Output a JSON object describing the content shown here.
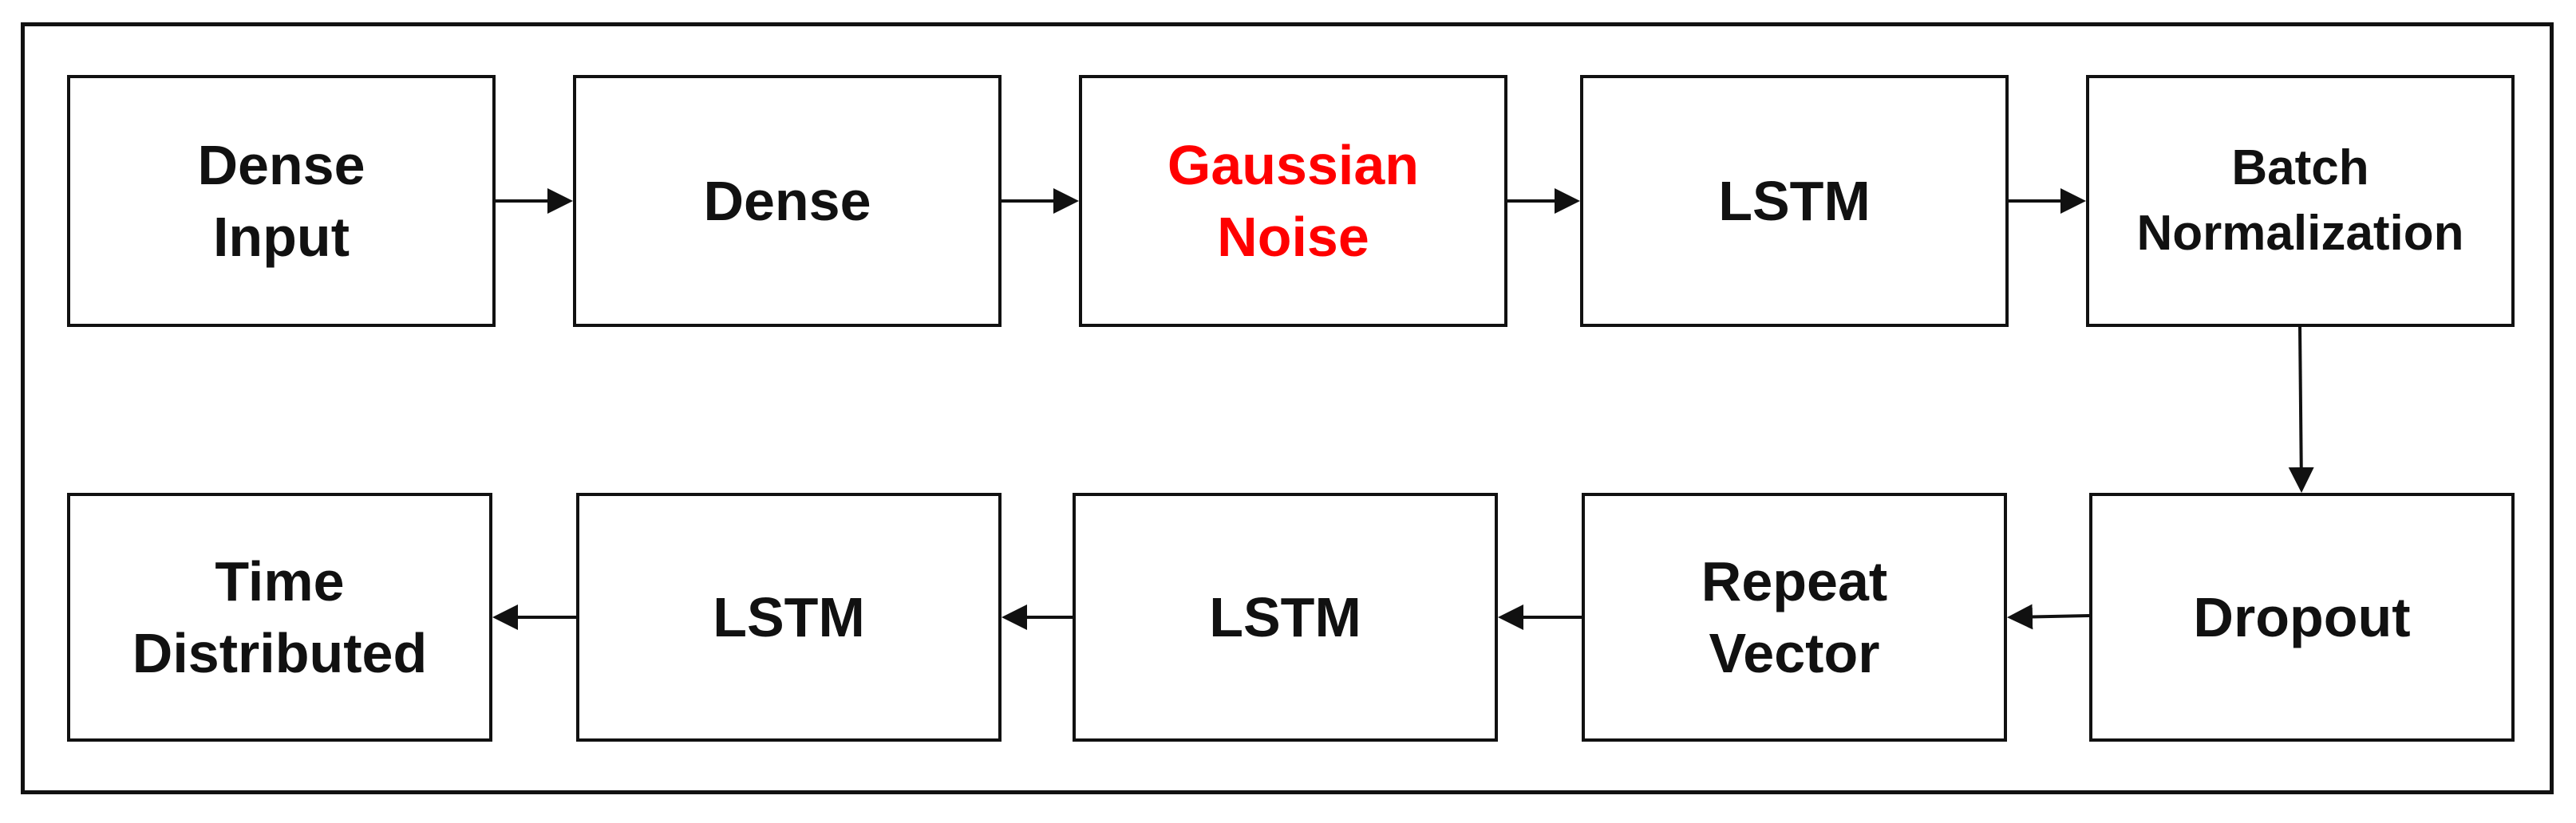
{
  "diagram": {
    "highlight_color": "#ff0000",
    "line_color": "#111111",
    "row1": [
      {
        "id": "dense-input",
        "label": "Dense\nInput"
      },
      {
        "id": "dense",
        "label": "Dense"
      },
      {
        "id": "gaussian-noise",
        "label": "Gaussian\nNoise",
        "highlight": true
      },
      {
        "id": "lstm-1",
        "label": "LSTM"
      },
      {
        "id": "batch-normalization",
        "label": "Batch\nNormalization"
      }
    ],
    "row2": [
      {
        "id": "time-distributed",
        "label": "Time\nDistributed"
      },
      {
        "id": "lstm-3",
        "label": "LSTM"
      },
      {
        "id": "lstm-2",
        "label": "LSTM"
      },
      {
        "id": "repeat-vector",
        "label": "Repeat\nVector"
      },
      {
        "id": "dropout",
        "label": "Dropout"
      }
    ],
    "flow": [
      [
        "dense-input",
        "dense"
      ],
      [
        "dense",
        "gaussian-noise"
      ],
      [
        "gaussian-noise",
        "lstm-1"
      ],
      [
        "lstm-1",
        "batch-normalization"
      ],
      [
        "batch-normalization",
        "dropout"
      ],
      [
        "dropout",
        "repeat-vector"
      ],
      [
        "repeat-vector",
        "lstm-2"
      ],
      [
        "lstm-2",
        "lstm-3"
      ],
      [
        "lstm-3",
        "time-distributed"
      ]
    ]
  }
}
